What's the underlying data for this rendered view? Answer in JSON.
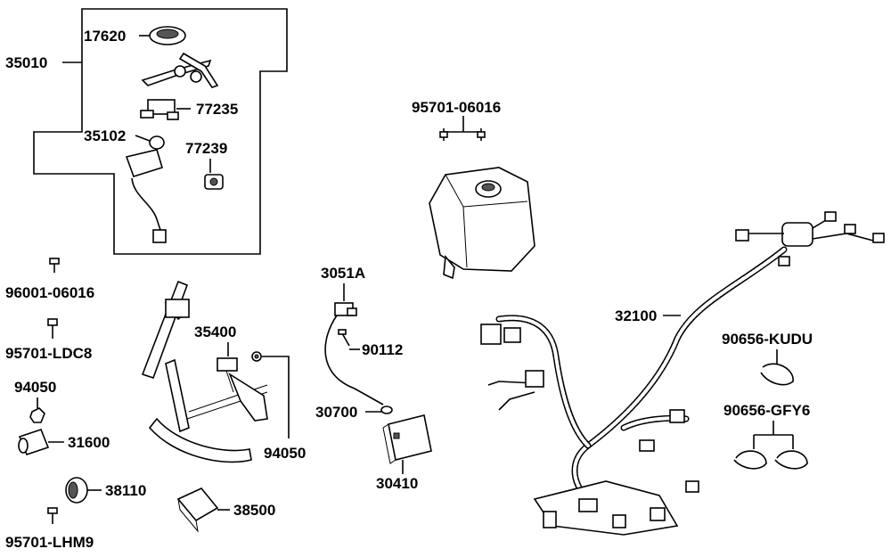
{
  "labels": {
    "p17620": "17620",
    "p35010": "35010",
    "p77235": "77235",
    "p35102": "35102",
    "p77239": "77239",
    "p95701_06016": "95701-06016",
    "p96001_06016": "96001-06016",
    "p3051A": "3051A",
    "p95701_LDC8": "95701-LDC8",
    "p35400": "35400",
    "p90112": "90112",
    "p32100": "32100",
    "p94050_left": "94050",
    "p90656_KUDU": "90656-KUDU",
    "p31600": "31600",
    "p94050_mid": "94050",
    "p30700": "30700",
    "p90656_GFY6": "90656-GFY6",
    "p38110": "38110",
    "p30410": "30410",
    "p38500": "38500",
    "p95701_LHM9": "95701-LHM9"
  }
}
